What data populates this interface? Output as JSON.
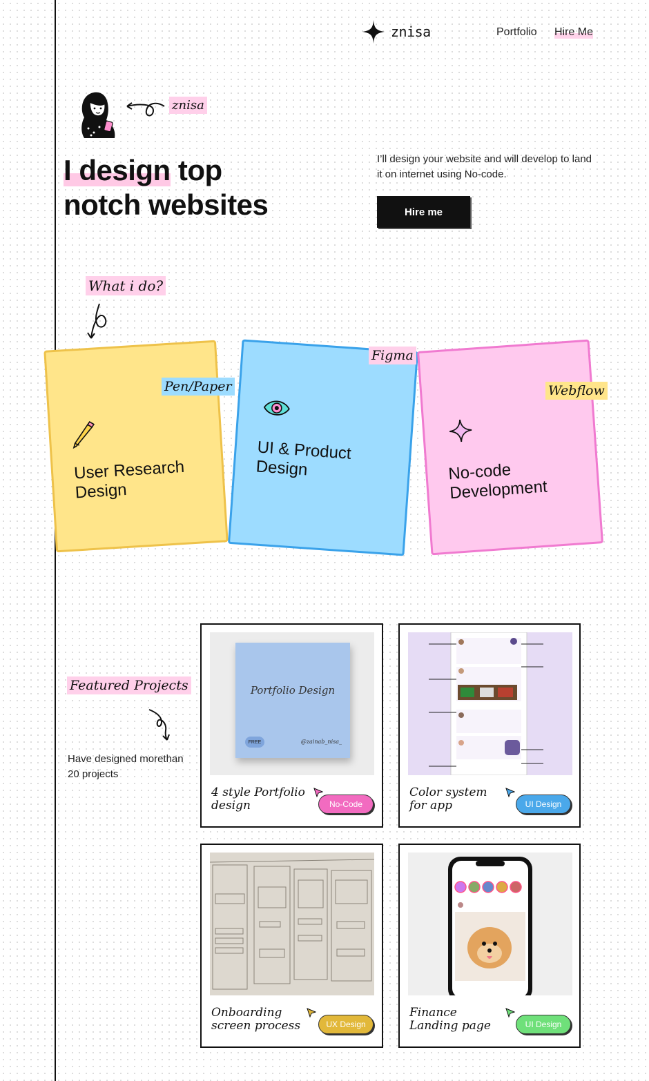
{
  "header": {
    "logo_text": "znisa",
    "nav": [
      {
        "label": "Portfolio"
      },
      {
        "label": "Hire Me"
      }
    ]
  },
  "hero": {
    "name_tag": "znisa",
    "title_line1_mark": "I design",
    "title_line1_rest": " top",
    "title_line2": "notch websites",
    "description": "I’ll design your website and will develop to land it on internet using No-code.",
    "cta_label": "Hire me"
  },
  "services": {
    "heading": "What i do?",
    "cards": [
      {
        "title": "User Research Design",
        "tag": "Pen/Paper",
        "icon": "pencil-icon",
        "color": "#ffe58a"
      },
      {
        "title": "UI & Product Design",
        "tag": "Figma",
        "icon": "eye-icon",
        "color": "#9ddcff"
      },
      {
        "title": "No-code Development",
        "tag": "Webflow",
        "icon": "sparkle-icon",
        "color": "#ffc9ee"
      }
    ]
  },
  "projects": {
    "heading": "Featured Projects",
    "subtext": "Have designed morethan 20 projects",
    "items": [
      {
        "title": "4 style Portfolio design",
        "badge": "No-Code",
        "badge_color": "#f26bc0",
        "thumb_title": "Portfolio Design",
        "thumb_free": "FREE",
        "thumb_handle": "@zainab_nisa_"
      },
      {
        "title": "Color system for app",
        "badge": "UI Design",
        "badge_color": "#4aa8ea"
      },
      {
        "title": "Onboarding screen process",
        "badge": "UX Design",
        "badge_color": "#e2b83a"
      },
      {
        "title": "Finance Landing page",
        "badge": "UI Design",
        "badge_color": "#6fe07a"
      }
    ]
  },
  "colors": {
    "yellow": "#ffe58a",
    "blue": "#9ddcff",
    "pink": "#ffc9ee",
    "highlight_pink": "#ffd0ea"
  }
}
